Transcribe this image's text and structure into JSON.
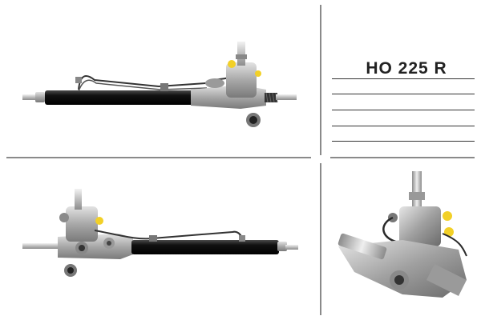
{
  "label_sheet": {
    "part_code": "HO 225 R"
  },
  "photos": {
    "top_left": "steering-rack-side-view",
    "bottom_left": "steering-rack-rear-view",
    "bottom_right": "steering-gear-valve-closeup"
  },
  "colors": {
    "tube": "#1a1a1a",
    "aluminum": "#b8b8b8",
    "fitting": "#f2d027",
    "rod": "#cfcfcf",
    "divider": "#8a8a8a"
  }
}
